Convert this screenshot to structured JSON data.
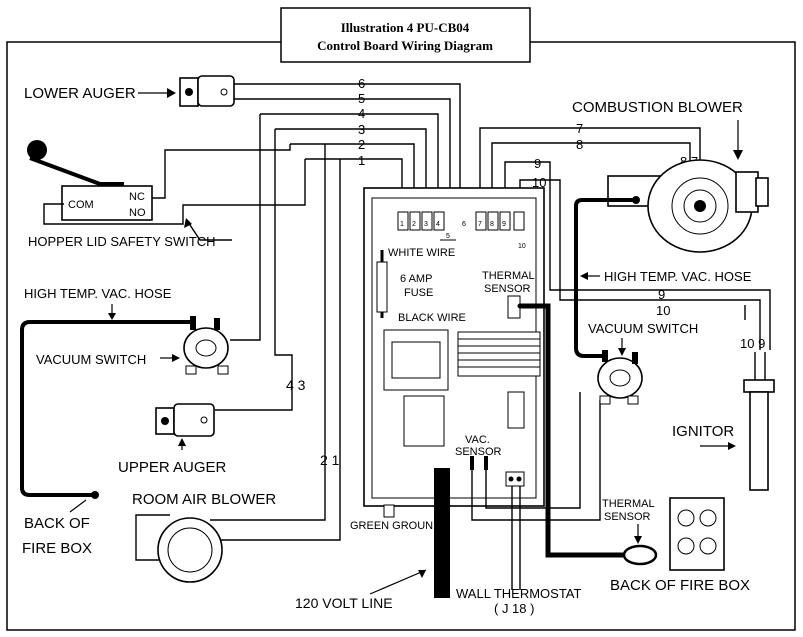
{
  "title": {
    "line1": "Illustration 4   PU-CB04",
    "line2": "Control Board Wiring Diagram"
  },
  "labels": {
    "lower_auger": "LOWER AUGER",
    "combustion_blower": "COMBUSTION BLOWER",
    "nc": "NC",
    "no": "NO",
    "com": "COM",
    "hopper_switch": "HOPPER LID SAFETY SWITCH",
    "high_temp_hose_left": "HIGH TEMP. VAC. HOSE",
    "high_temp_hose_right": "HIGH TEMP. VAC. HOSE",
    "vacuum_switch_left": "VACUUM SWITCH",
    "vacuum_switch_right": "VACUUM SWITCH",
    "upper_auger": "UPPER AUGER",
    "room_air_blower": "ROOM AIR BLOWER",
    "back_of": "BACK OF",
    "fire_box": "FIRE BOX",
    "green_ground": "GREEN GROUND",
    "volt_line": "120 VOLT LINE",
    "wall_thermostat": "WALL THERMOSTAT",
    "j18": "( J 18 )",
    "white_wire": "WHITE WIRE",
    "black_wire": "BLACK WIRE",
    "fuse_line1": "6 AMP",
    "fuse_line2": "FUSE",
    "thermal_sensor_board_1": "THERMAL",
    "thermal_sensor_board_2": "SENSOR",
    "vac_sensor_1": "VAC.",
    "vac_sensor_2": "SENSOR",
    "thermal_sensor_firebox_1": "THERMAL",
    "thermal_sensor_firebox_2": "SENSOR",
    "ignitor": "IGNITOR",
    "back_of_fire_box": "BACK OF FIRE BOX"
  },
  "wire_numbers": {
    "w6": "6",
    "w5": "5",
    "w4": "4",
    "w3": "3",
    "w2": "2",
    "w1": "1",
    "w7": "7",
    "w8": "8",
    "w9": "9",
    "w10": "10",
    "blower_87": "8 7",
    "vac_43": "4 3",
    "room_21": "2 1",
    "ign_109": "10 9",
    "right_9": "9",
    "right_10": "10"
  },
  "terminals": {
    "t1": "1",
    "t2": "2",
    "t3": "3",
    "t4": "4",
    "t5": "5",
    "t6": "6",
    "t7": "7",
    "t8": "8",
    "t9": "9",
    "t10": "10"
  }
}
